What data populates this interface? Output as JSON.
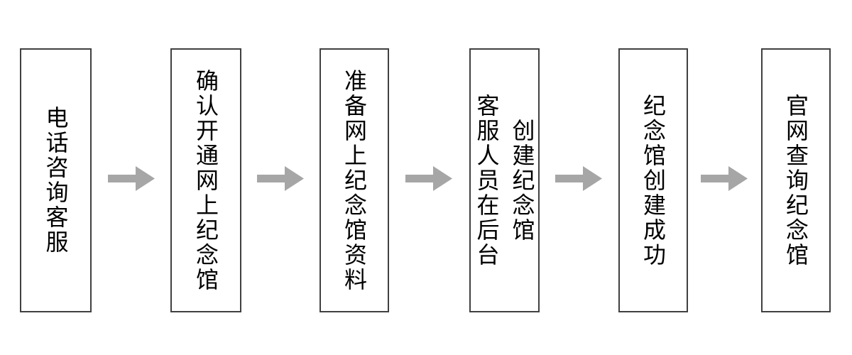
{
  "flowchart": {
    "type": "horizontal-process-flow",
    "direction": "left-to-right",
    "steps": [
      {
        "text": "电话咨询客服"
      },
      {
        "text": "确认开通网上纪念馆"
      },
      {
        "text": "准备网上纪念馆资料"
      },
      {
        "text": "客服人员在后台\n创建纪念馆"
      },
      {
        "text": "纪念馆创建成功"
      },
      {
        "text": "官网查询纪念馆"
      }
    ],
    "connector": {
      "icon": "arrow-right-icon",
      "color": "#a6a6a6"
    },
    "colors": {
      "background": "#ffffff",
      "box_fill": "#ffffff",
      "box_border": "#404040",
      "text": "#000000",
      "arrow": "#a6a6a6"
    }
  }
}
